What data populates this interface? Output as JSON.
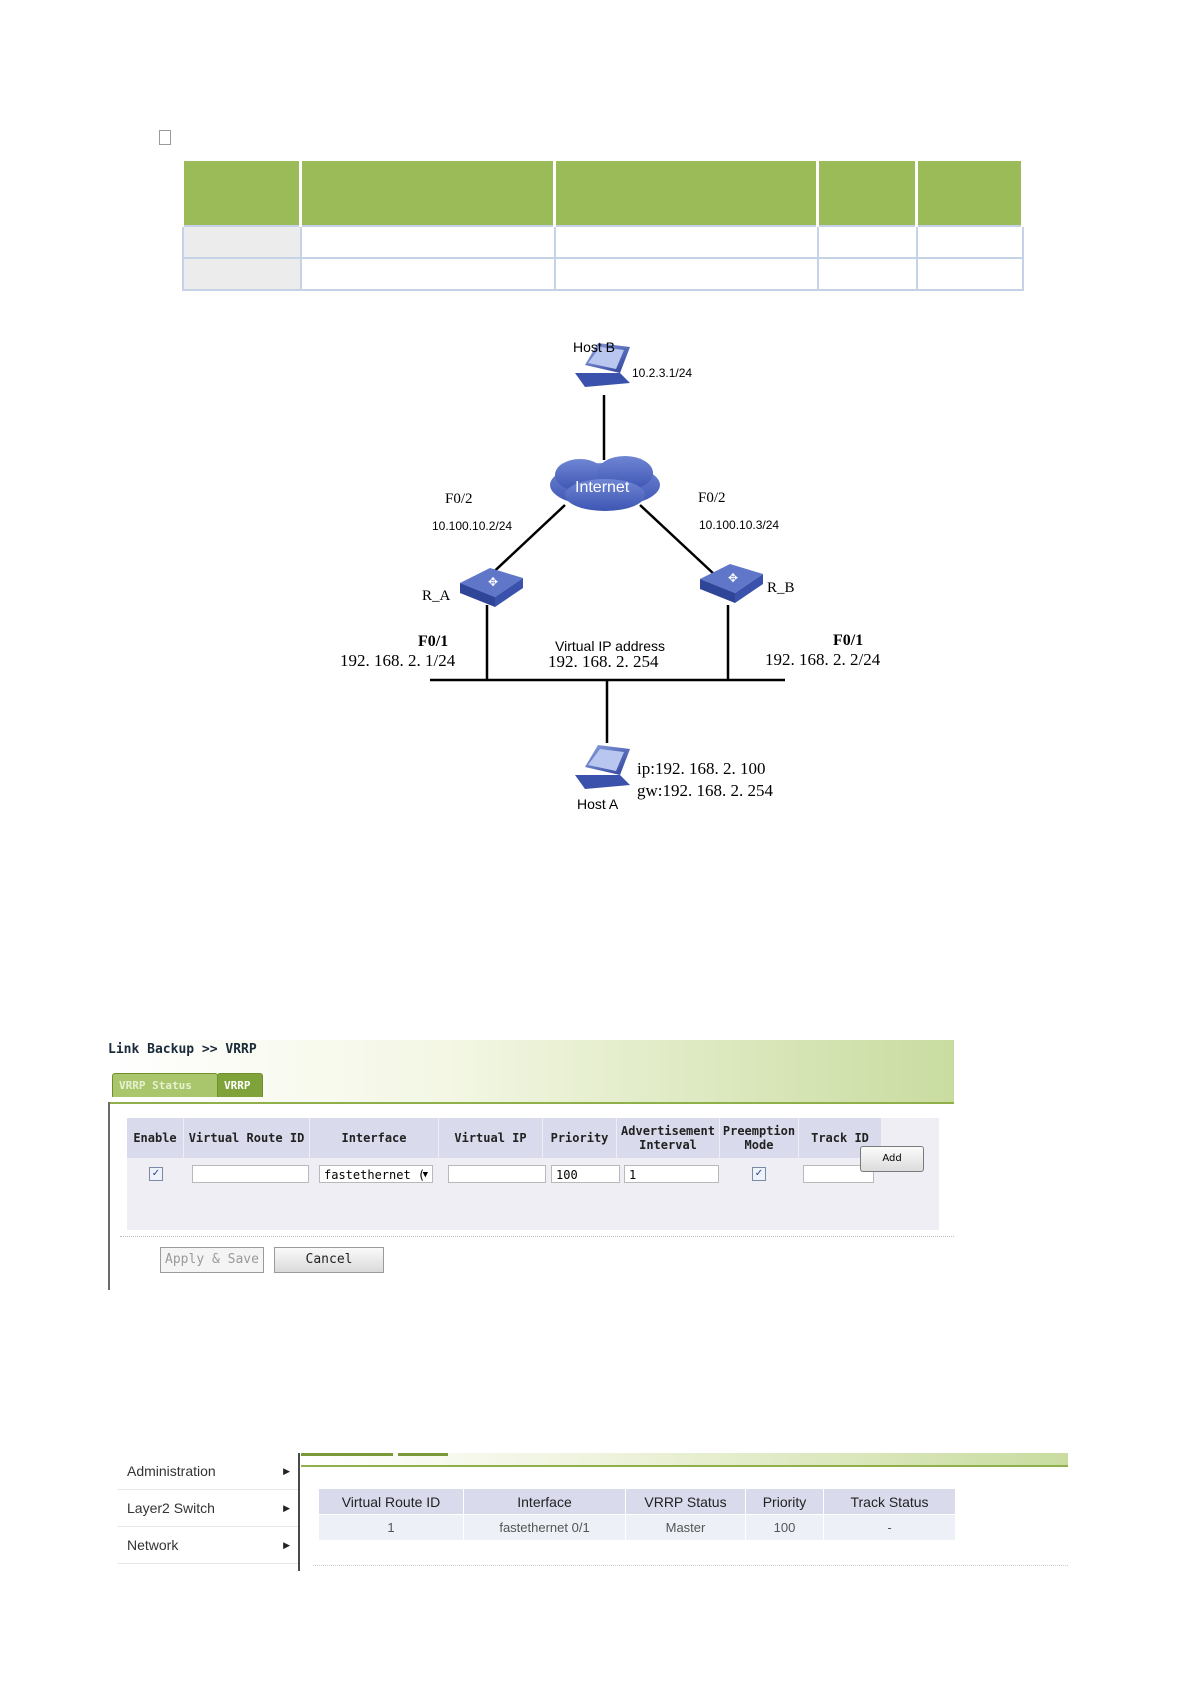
{
  "diagram": {
    "host_b": {
      "name": "Host B",
      "ip": "10.2.3.1/24"
    },
    "internet": "Internet",
    "ra": {
      "name": "R_A",
      "f02_port": "F0/2",
      "f02_ip": "10.100.10.2/24",
      "f01_port": "F0/1",
      "f01_ip": "192. 168. 2. 1/24"
    },
    "rb": {
      "name": "R_B",
      "f02_port": "F0/2",
      "f02_ip": "10.100.10.3/24",
      "f01_port": "F0/1",
      "f01_ip": "192. 168. 2. 2/24"
    },
    "virtual_ip_label": "Virtual IP address",
    "virtual_ip": "192. 168. 2. 254",
    "host_a": {
      "name": "Host A",
      "ip": "ip:192. 168. 2. 100",
      "gw": "gw:192. 168. 2. 254"
    }
  },
  "vrrp_form": {
    "breadcrumb": "Link Backup >> VRRP",
    "tabs": [
      "VRRP Status",
      "VRRP"
    ],
    "columns": [
      "Enable",
      "Virtual Route ID",
      "Interface",
      "Virtual IP",
      "Priority",
      "Advertisement Interval",
      "Preemption Mode",
      "Track ID"
    ],
    "row": {
      "enable_checked": true,
      "virtual_route_id": "",
      "interface": "fastethernet (",
      "virtual_ip": "",
      "priority": "100",
      "advertisement_interval": "1",
      "preemption_checked": true,
      "track_id": ""
    },
    "add_label": "Add",
    "apply_label": "Apply & Save",
    "cancel_label": "Cancel"
  },
  "status_view": {
    "menu": [
      "Administration",
      "Layer2 Switch",
      "Network"
    ],
    "columns": [
      "Virtual Route ID",
      "Interface",
      "VRRP Status",
      "Priority",
      "Track Status"
    ],
    "rows": [
      [
        "1",
        "fastethernet 0/1",
        "Master",
        "100",
        "-"
      ]
    ]
  }
}
